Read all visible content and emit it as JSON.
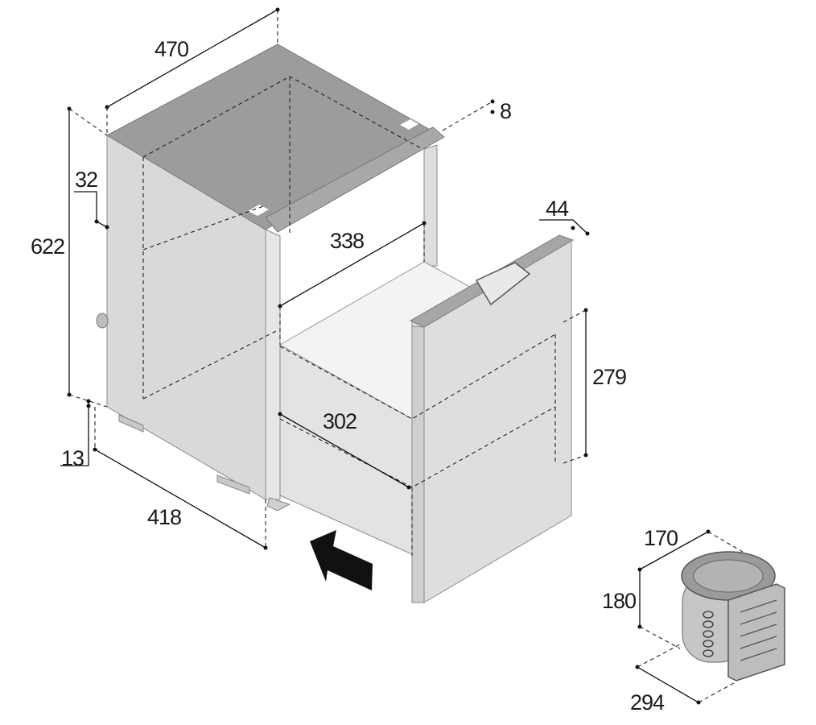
{
  "dimensions": {
    "width_top": "470",
    "rail_thickness": "8",
    "top_offset": "32",
    "height_total": "622",
    "drawer_front_thickness": "44",
    "drawer_inner_width": "338",
    "drawer_front_height": "279",
    "drawer_depth": "302",
    "bottom_offset": "13",
    "depth_bottom": "418",
    "compressor_depth": "170",
    "compressor_height": "180",
    "compressor_length": "294"
  },
  "colors": {
    "top_surface": "#9c9c9c",
    "side_panel": "#d9d9d9",
    "front_panel": "#e4e4e4",
    "rail": "#a3a3a3",
    "drawer_front": "#dedede",
    "arrow": "#111111",
    "compressor_body": "#c6c6c6"
  }
}
